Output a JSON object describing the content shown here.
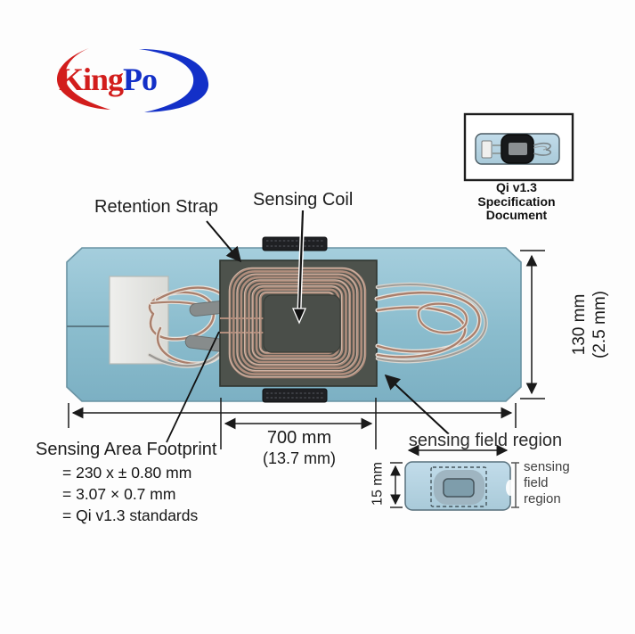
{
  "logo": {
    "king": "King",
    "po": "Po"
  },
  "spec_box": {
    "caption": [
      "Qi v1.3",
      "Specification",
      "Document"
    ]
  },
  "labels": {
    "retention_strap": "Retention Strap",
    "sensing_coil": "Sensing Coil",
    "sensing_area_footprint": "Sensing Area Footprint",
    "footprint_lines": [
      "= 230 x ± 0.80 mm",
      "=  3.07 × 0.7 mm",
      "= Qi v1.3 standards"
    ],
    "width_dim": "700 mm",
    "width_dim_alt": "(13.7 mm)",
    "height_dim": "130 mm",
    "height_dim_alt": "(2.5 mm)",
    "sensing_field_region_heading": "sensing field region",
    "mini_height_dim": "15 mm",
    "mini_bracket_lines": [
      "sensing",
      "field",
      "region"
    ]
  },
  "colors": {
    "logo_red": "#d21d1c",
    "logo_blue": "#1330c8",
    "board_blue": "#8fc0d2",
    "coil_copper": "#b08d7c",
    "module_gray": "#4d524c",
    "dimension_black": "#1a1a1a"
  }
}
